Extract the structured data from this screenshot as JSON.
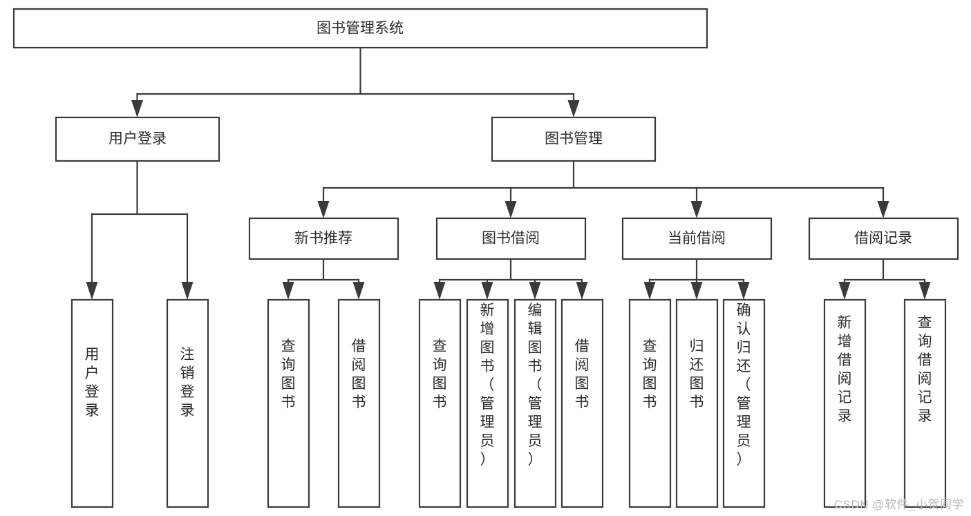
{
  "diagram": {
    "type": "tree-hierarchy",
    "title": "图书管理系统",
    "orientation": "top-down",
    "colors": {
      "stroke": "#3b3b3b",
      "box_fill": "#ffffff",
      "text": "#2b2b2b",
      "background": "#ffffff",
      "watermark": "#b9b9b9"
    },
    "root": {
      "label": "图书管理系统"
    },
    "level2": [
      {
        "label": "用户登录"
      },
      {
        "label": "图书管理"
      }
    ],
    "level3": [
      {
        "label": "新书推荐"
      },
      {
        "label": "图书借阅"
      },
      {
        "label": "当前借阅"
      },
      {
        "label": "借阅记录"
      }
    ],
    "leaves": {
      "user_login": [
        {
          "label": "用户登录"
        },
        {
          "label": "注销登录"
        }
      ],
      "new_book_recommend": [
        {
          "label": "查询图书"
        },
        {
          "label": "借阅图书"
        }
      ],
      "book_borrow": [
        {
          "label": "查询图书"
        },
        {
          "label": "新增图书（管理员）"
        },
        {
          "label": "编辑图书（管理员）"
        },
        {
          "label": "借阅图书"
        }
      ],
      "current_borrow": [
        {
          "label": "查询图书"
        },
        {
          "label": "归还图书"
        },
        {
          "label": "确认归还（管理员）"
        }
      ],
      "borrow_records": [
        {
          "label": "新增借阅记录"
        },
        {
          "label": "查询借阅记录"
        }
      ]
    }
  },
  "watermark": {
    "text": "CSDN @软件_小贺同学"
  }
}
